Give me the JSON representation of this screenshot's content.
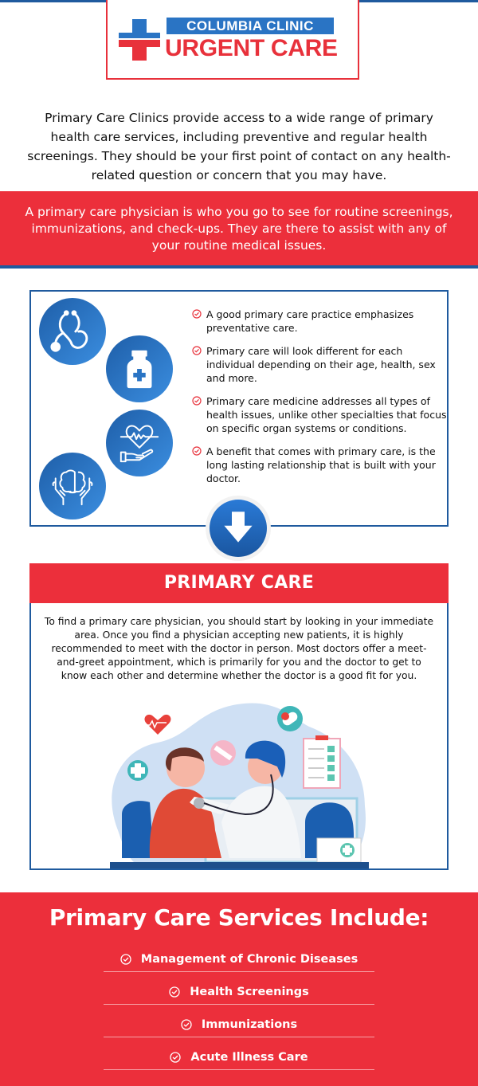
{
  "colors": {
    "brand_red": "#ec2f3b",
    "brand_blue": "#1f5a9e",
    "icon_blue": "#2a74c4"
  },
  "logo": {
    "line1": "COLUMBIA CLINIC",
    "line2": "URGENT CARE",
    "icon": "medical-cross-icon"
  },
  "intro": {
    "text": "Primary Care Clinics provide access to a wide range of primary health care services, including preventive and regular health screenings. They should be your first point of contact on any health-related question or concern that you may have."
  },
  "band": {
    "text": "A primary care physician is who you go to see for routine screenings, immunizations, and check-ups. They are there to assist with any of your routine medical issues."
  },
  "info": {
    "icons": [
      "stethoscope-icon",
      "medicine-bottle-icon",
      "heart-in-hand-icon",
      "brain-in-hands-icon"
    ],
    "bullets": [
      {
        "icon": "check-circle-icon",
        "text": "A good primary care practice emphasizes preventative care."
      },
      {
        "icon": "check-circle-icon",
        "text": "Primary care will look different for each individual depending on their age, health, sex and more."
      },
      {
        "icon": "check-circle-icon",
        "text": "Primary care medicine addresses all types of health issues, unlike other specialties that focus on specific organ systems or conditions."
      },
      {
        "icon": "check-circle-icon",
        "text": "A benefit that comes with primary care, is the long lasting relationship that is built with your doctor."
      }
    ]
  },
  "arrow": {
    "icon": "arrow-down-icon"
  },
  "primary_care": {
    "title": "PRIMARY CARE",
    "text": "To find a primary care physician, you should start by looking in your immediate area. Once you find a physician accepting new patients, it is highly recommended to meet with the doctor in person. Most doctors offer a meet-and-greet appointment, which is primarily for you and the doctor to get to know each other and determine whether the doctor is a good fit for you.",
    "illustration": "doctor-patient-checkup-illustration"
  },
  "services": {
    "title": "Primary Care Services Include:",
    "items": [
      {
        "icon": "check-circle-icon",
        "label": "Management of Chronic Diseases"
      },
      {
        "icon": "check-circle-icon",
        "label": "Health Screenings"
      },
      {
        "icon": "check-circle-icon",
        "label": "Immunizations"
      },
      {
        "icon": "check-circle-icon",
        "label": "Acute Illness Care"
      }
    ]
  }
}
